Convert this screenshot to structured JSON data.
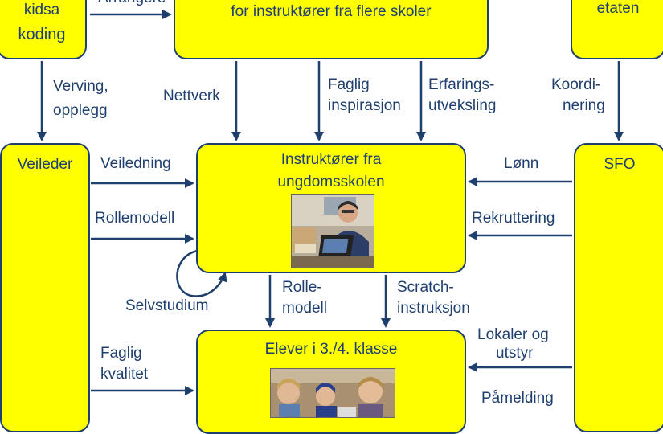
{
  "nodes": {
    "kidsa": [
      "kidsa",
      "koding"
    ],
    "instructor_network": [
      "for instruktører fra flere skoler"
    ],
    "etaten": [
      "etaten"
    ],
    "veileder": [
      "Veileder"
    ],
    "instruktorer": [
      "Instruktører fra",
      "ungdomsskolen"
    ],
    "sfo": [
      "SFO"
    ],
    "elever": [
      "Elever i 3./4. klasse"
    ]
  },
  "edges": {
    "arrangere": "Arrangere",
    "verving": [
      "Verving,",
      "opplegg"
    ],
    "nettverk": "Nettverk",
    "faglig_inspirasjon": [
      "Faglig",
      "inspirasjon"
    ],
    "erfaringsutveksling": [
      "Erfarings-",
      "utveksling"
    ],
    "koordinering": [
      "Koordi-",
      "nering"
    ],
    "veiledning": "Veiledning",
    "rollemodell": "Rollemodell",
    "lonn": "Lønn",
    "rekruttering": "Rekruttering",
    "selvstudium": "Selvstudium",
    "rolle_modell": [
      "Rolle-",
      "modell"
    ],
    "scratch_instruksjon": [
      "Scratch-",
      "instruksjon"
    ],
    "faglig_kvalitet": [
      "Faglig",
      "kvalitet"
    ],
    "lokaler_utstyr": [
      "Lokaler og",
      "utstyr"
    ],
    "pamelding": "Påmelding"
  },
  "colors": {
    "box_fill": "#ffff00",
    "stroke": "#1f3f6e"
  },
  "images": [
    "instructor-photo",
    "students-photo"
  ]
}
